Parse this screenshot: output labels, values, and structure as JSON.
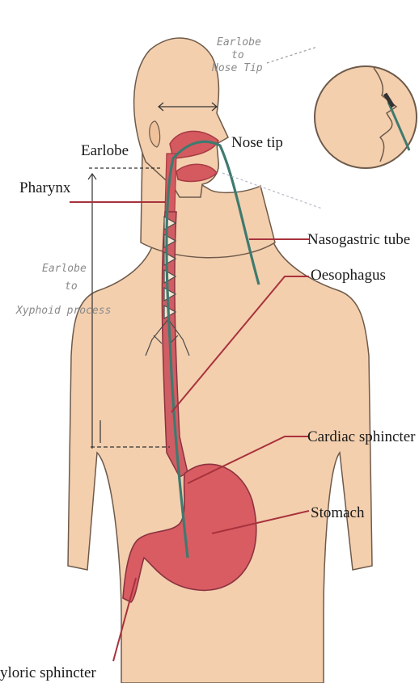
{
  "labels": {
    "earlobe": "Earlobe",
    "nose_tip": "Nose tip",
    "pharynx": "Pharynx",
    "nasogastric_tube": "Nasogastric tube",
    "oesophagus": "Oesophagus",
    "cardiac_sphincter": "Cardiac sphincter",
    "stomach": "Stomach",
    "pyloric_sphincter": "yloric sphincter"
  },
  "measurements": {
    "earlobe_to_nose_tip": [
      "Earlobe",
      "to",
      "Nose Tip"
    ],
    "earlobe_to_xyphoid": [
      "Earlobe",
      "to",
      "Xyphoid process"
    ]
  },
  "colors": {
    "skin": "#f3cfae",
    "skin_outline": "#6e5a4a",
    "organ": "#d45a5f",
    "organ_dark": "#a83b44",
    "tube": "#3f7a6f",
    "leader": "#a8323c"
  }
}
